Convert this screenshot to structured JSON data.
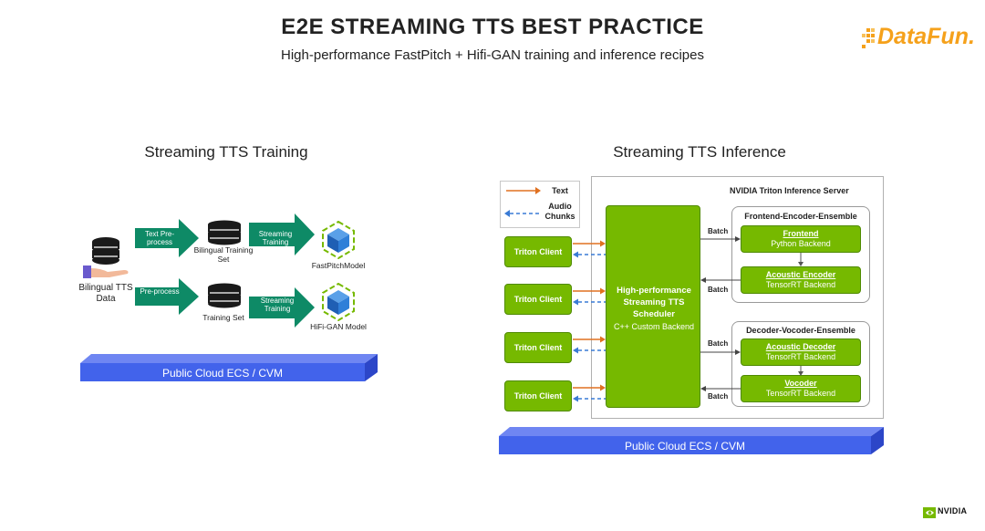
{
  "header": {
    "title": "E2E STREAMING TTS BEST PRACTICE",
    "subtitle": "High-performance FastPitch + Hifi-GAN training and inference recipes",
    "logo_text": "DataFun.",
    "logo_color": "#f5a11b"
  },
  "training": {
    "section_title": "Streaming TTS Training",
    "data_label": "Bilingual TTS Data",
    "arrows": [
      {
        "label": "Text Pre-process"
      },
      {
        "label": "Streaming Training"
      },
      {
        "label": "Pre-process"
      },
      {
        "label": "Streaming Training"
      }
    ],
    "bilingual_set_label": "Bilingual Training Set",
    "training_set_label": "Training Set",
    "fastpitch_label": "FastPitchModel",
    "hifigan_label": "HiFi-GAN Model",
    "cloud_label": "Public Cloud ECS / CVM"
  },
  "inference": {
    "section_title": "Streaming TTS Inference",
    "legend": {
      "text_label": "Text",
      "audio_label": "Audio Chunks",
      "text_color": "#e07020",
      "audio_color": "#3a7bd5"
    },
    "server_title": "NVIDIA Triton Inference Server",
    "clients": [
      "Triton Client",
      "Triton Client",
      "Triton Client",
      "Triton Client"
    ],
    "scheduler": {
      "title": "High-performance Streaming TTS Scheduler",
      "subtitle": "C++ Custom Backend"
    },
    "encoder_ensemble": {
      "title": "Frontend-Encoder-Ensemble",
      "modules": [
        {
          "name": "Frontend",
          "backend": "Python Backend"
        },
        {
          "name": "Acoustic Encoder",
          "backend": "TensorRT Backend"
        }
      ]
    },
    "vocoder_ensemble": {
      "title": "Decoder-Vocoder-Ensemble",
      "modules": [
        {
          "name": "Acoustic Decoder",
          "backend": "TensorRT Backend"
        },
        {
          "name": "Vocoder",
          "backend": "TensorRT Backend"
        }
      ]
    },
    "batch_label": "Batch",
    "cloud_label": "Public Cloud ECS / CVM"
  },
  "footer": {
    "brand": "NVIDIA",
    "brand_color": "#76b900"
  },
  "colors": {
    "nvidia_green": "#76b900",
    "teal_arrow": "#0e8a66",
    "cloud_blue": "#4263eb"
  }
}
